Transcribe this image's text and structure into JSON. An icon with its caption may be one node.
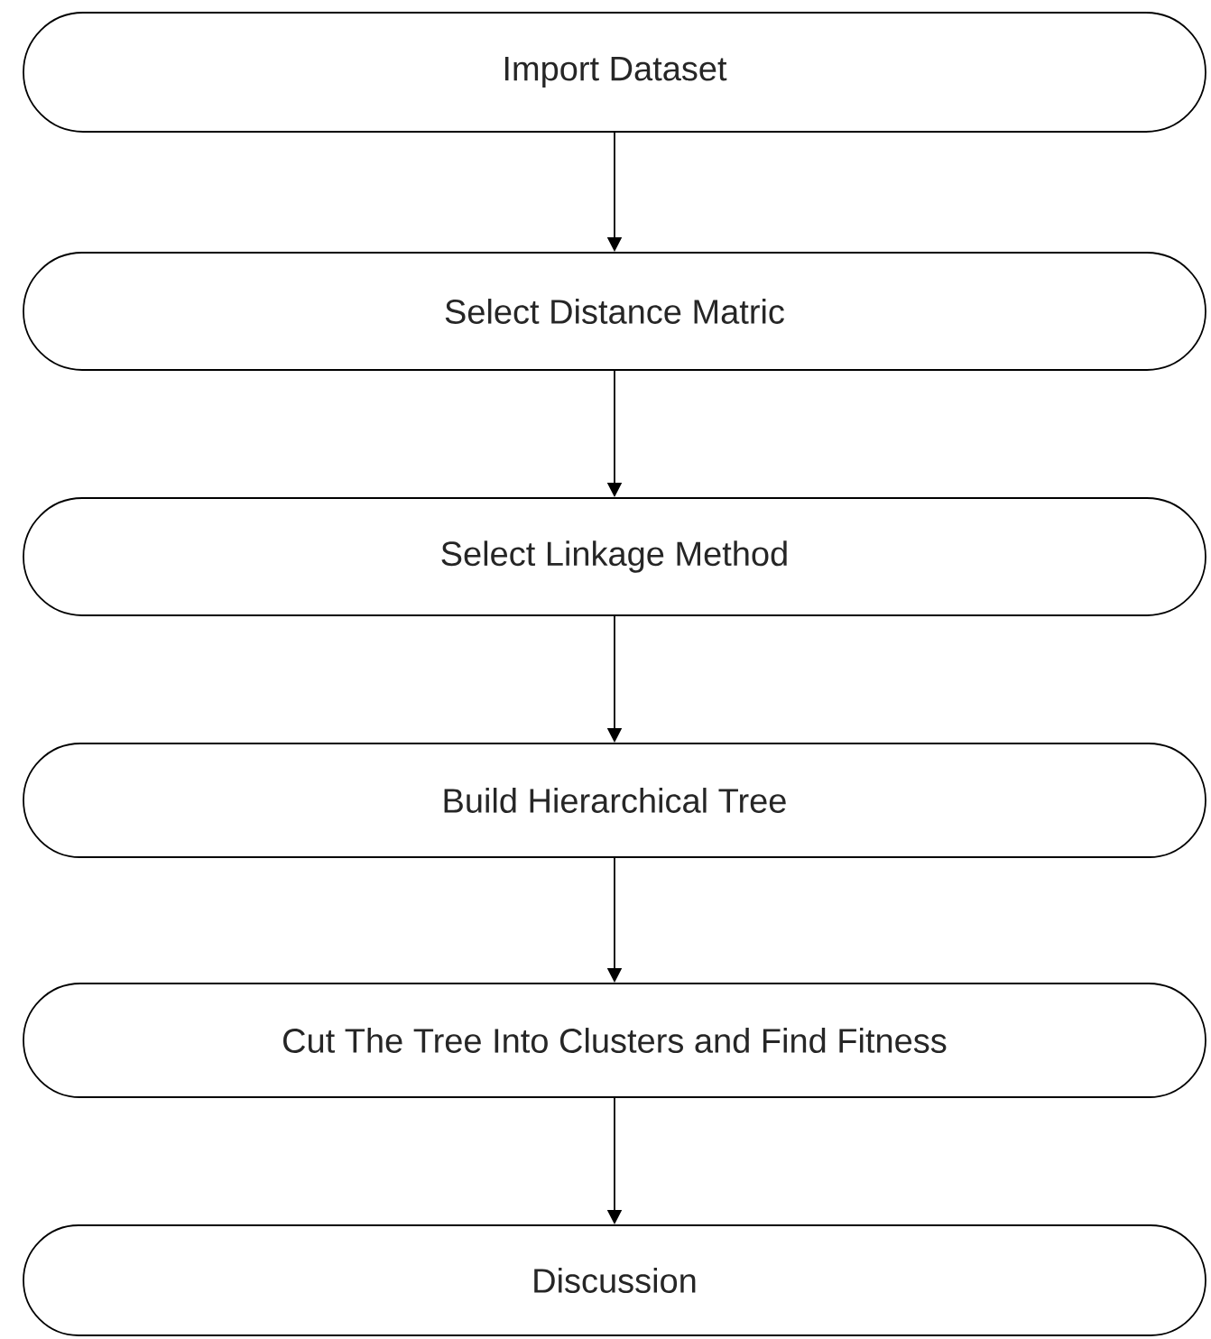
{
  "diagram": {
    "nodes": [
      {
        "text": [
          "Import Dataset"
        ]
      },
      {
        "text": [
          "Select Distance Matric"
        ]
      },
      {
        "text": [
          "Select Linkage Method"
        ]
      },
      {
        "text": [
          "Build Hierarchical Tree"
        ]
      },
      {
        "text": [
          "Cut The Tree Into Clusters and Find Fitness"
        ]
      },
      {
        "text": [
          "Discussion"
        ]
      }
    ],
    "edges": [
      {
        "from": 0,
        "to": 1,
        "arrow": "to"
      },
      {
        "from": 1,
        "to": 2,
        "arrow": "to"
      },
      {
        "from": 2,
        "to": 3,
        "arrow": "to"
      },
      {
        "from": 3,
        "to": 4,
        "arrow": "to"
      },
      {
        "from": 4,
        "to": 5,
        "arrow": "to"
      }
    ]
  }
}
